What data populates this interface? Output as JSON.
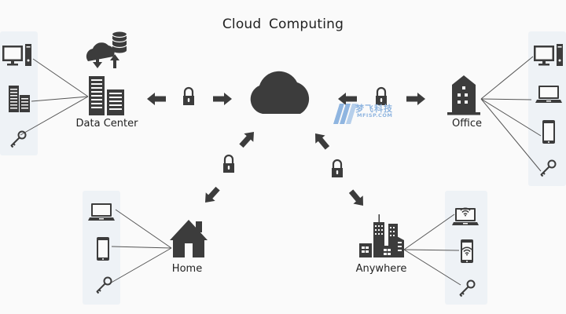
{
  "title": "Cloud  Computing",
  "nodes": {
    "data_center": {
      "label": "Data Center",
      "devices": [
        "desktop-computer",
        "servers",
        "key"
      ]
    },
    "office": {
      "label": "Office",
      "devices": [
        "desktop-computer",
        "laptop",
        "tablet",
        "key"
      ]
    },
    "home": {
      "label": "Home",
      "devices": [
        "laptop",
        "tablet",
        "key"
      ]
    },
    "anywhere": {
      "label": "Anywhere",
      "devices": [
        "wifi-laptop",
        "wifi-tablet",
        "key"
      ]
    }
  },
  "center": {
    "icon": "cloud-icon"
  },
  "connections": [
    {
      "from": "data_center",
      "to": "cloud",
      "secure": true,
      "direction": "bidirectional"
    },
    {
      "from": "office",
      "to": "cloud",
      "secure": true,
      "direction": "bidirectional"
    },
    {
      "from": "home",
      "to": "cloud",
      "secure": true,
      "direction": "bidirectional"
    },
    {
      "from": "anywhere",
      "to": "cloud",
      "secure": true,
      "direction": "bidirectional"
    }
  ],
  "watermark": {
    "cn": "梦飞科技",
    "en": "MFISP.COM"
  },
  "colors": {
    "icon": "#3c3c3c",
    "panel": "#eef2f6",
    "background": "#fafafa",
    "watermark": "#8fb5e0"
  }
}
